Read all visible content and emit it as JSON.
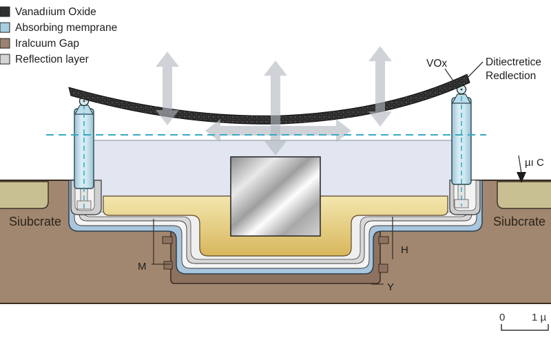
{
  "legend": {
    "items": [
      {
        "label": "Vanadıium Oxide",
        "color": "#2f2f2f"
      },
      {
        "label": "Absorbing memprane",
        "color": "#a8cfe0"
      },
      {
        "label": "Iralcuum Gap",
        "color": "#9b8170"
      },
      {
        "label": "Reflection layer",
        "color": "#d4d4d4"
      }
    ]
  },
  "annotations": {
    "vox": "VOx",
    "dielectric_line1": "Ditiectretice",
    "dielectric_line2": "Redlection",
    "substrate_left": "Siubcrate",
    "substrate_right": "Siubcrate",
    "mu_c": "µı C",
    "dim_m": "M",
    "dim_h": "H",
    "dim_y": "Y"
  },
  "scale_bar": {
    "zero": "0",
    "one": "1 µ"
  },
  "colors": {
    "substrate_brown": "#a1876f",
    "trench_brown": "#8d7260",
    "surface_khaki": "#c8c092",
    "membrane_dark": "#2b2b2b",
    "post_blue": "#bcdce9",
    "layer_blue": "#a9c6de",
    "cavity_lavender": "#e2e6f1",
    "gold_dielectric": "#ddbd62",
    "mirror_gray": "#c9c9c9",
    "arrow_gray": "#b2b8bf",
    "reference_cyan": "#35a9c4"
  }
}
